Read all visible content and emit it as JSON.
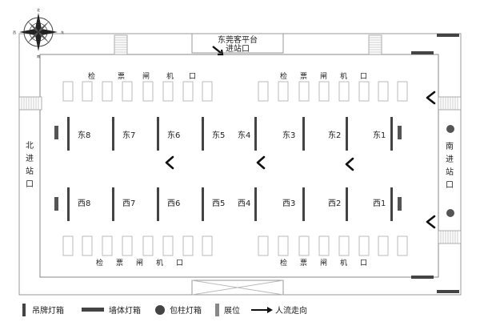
{
  "compass": {
    "n": "北",
    "e": "东",
    "s": "南",
    "w": "西"
  },
  "platform": {
    "line1": "东莞客平台",
    "line2": "进站口"
  },
  "gate_top_left": [
    "检",
    "票",
    "闸",
    "机",
    "口"
  ],
  "gate_top_right": [
    "检",
    "票",
    "闸",
    "机",
    "口"
  ],
  "gate_bottom_left": [
    "检",
    "票",
    "闸",
    "机",
    "口"
  ],
  "gate_bottom_right": [
    "检",
    "票",
    "闸",
    "机",
    "口"
  ],
  "north_entrance": [
    "北",
    "进",
    "站",
    "口"
  ],
  "south_entrance": [
    "南",
    "进",
    "站",
    "口"
  ],
  "east_labels": [
    "东8",
    "东7",
    "东6",
    "东5",
    "东4",
    "东3",
    "东2",
    "东1"
  ],
  "west_labels": [
    "西8",
    "西7",
    "西6",
    "西5",
    "西4",
    "西3",
    "西2",
    "西1"
  ],
  "legend": {
    "hanging": "吊牌灯箱",
    "wall": "墙体灯箱",
    "column": "包柱灯箱",
    "booth": "展位",
    "flow": "人流走向"
  },
  "colors": {
    "line": "#555555",
    "dark": "#444444",
    "booth": "#bbbbbb"
  }
}
